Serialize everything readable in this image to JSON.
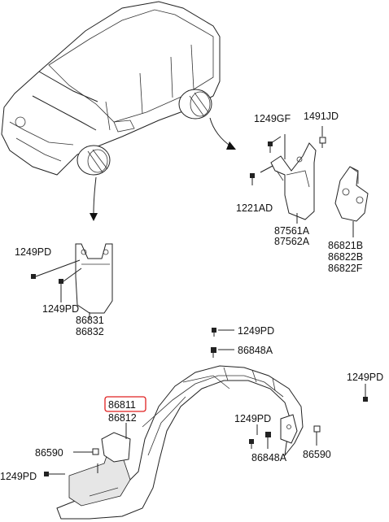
{
  "labels": {
    "l_1249gf": "1249GF",
    "l_1491jd": "1491JD",
    "l_1221ad": "1221AD",
    "l_87561a": "87561A",
    "l_87562a": "87562A",
    "l_86821b": "86821B",
    "l_86822b": "86822B",
    "l_86822f": "86822F",
    "l_1249pd_rearflap_top": "1249PD",
    "l_1249pd_rearflap_bottom": "1249PD",
    "l_86831": "86831",
    "l_86832": "86832",
    "l_1249pd_liner_top": "1249PD",
    "l_86848a_top": "86848A",
    "l_1249pd_right": "1249PD",
    "l_86811": "86811",
    "l_86812": "86812",
    "l_1249pd_liner_mid": "1249PD",
    "l_86590_left": "86590",
    "l_86848a_bottom": "86848A",
    "l_86590_right": "86590",
    "l_1249pd_left": "1249PD"
  },
  "highlight": {
    "part": "86811",
    "color": "#e02020"
  },
  "colors": {
    "line": "#222222",
    "highlight": "#e02020"
  }
}
